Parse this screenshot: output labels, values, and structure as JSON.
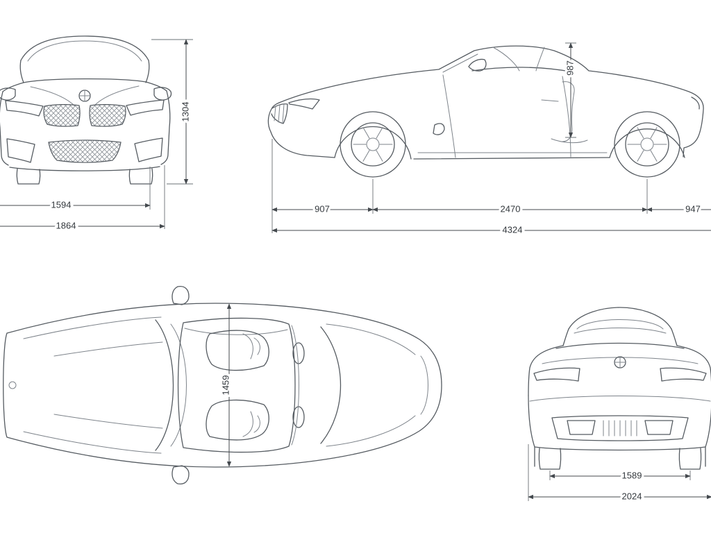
{
  "views": {
    "front": {
      "overall_height": "1304",
      "track_width": "1594",
      "overall_width": "1864"
    },
    "side": {
      "front_overhang": "907",
      "wheelbase": "2470",
      "rear_overhang": "947",
      "overall_length": "4324",
      "interior_height": "987"
    },
    "top": {
      "interior_width": "1459"
    },
    "rear": {
      "track_width": "1589",
      "overall_width": "2024"
    }
  },
  "colors": {
    "background": "#ffffff",
    "car_line": "#555b61",
    "dimension_line": "#44494e",
    "dimension_text": "#33383d"
  }
}
